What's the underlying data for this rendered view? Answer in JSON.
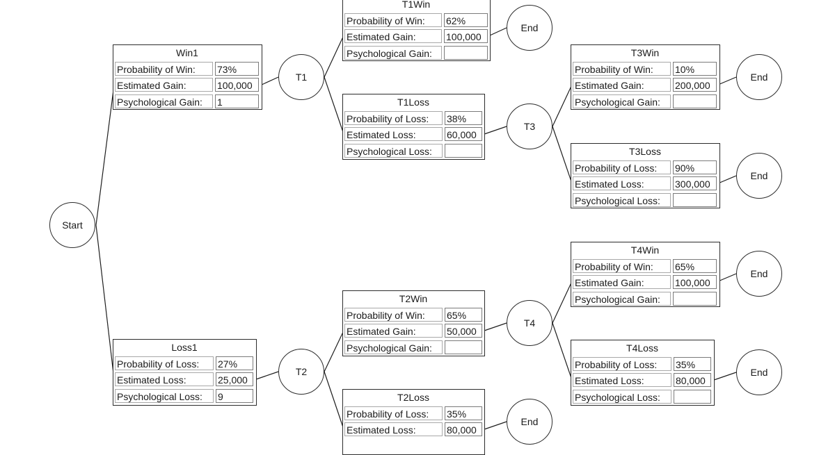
{
  "nodes": {
    "start": "Start",
    "t1": "T1",
    "t2": "T2",
    "t3": "T3",
    "t4": "T4",
    "end_t1win": "End",
    "end_t2loss": "End",
    "end_t3win": "End",
    "end_t3loss": "End",
    "end_t4win": "End",
    "end_t4loss": "End"
  },
  "panels": {
    "win1": {
      "title": "Win1",
      "rows": [
        {
          "label": "Probability of Win:",
          "value": "73%"
        },
        {
          "label": "Estimated Gain:",
          "value": "100,000"
        },
        {
          "label": "Psychological Gain:",
          "value": "1"
        }
      ]
    },
    "loss1": {
      "title": "Loss1",
      "rows": [
        {
          "label": "Probability of Loss:",
          "value": "27%"
        },
        {
          "label": "Estimated Loss:",
          "value": "25,000"
        },
        {
          "label": "Psychological Loss:",
          "value": "9"
        }
      ]
    },
    "t1win": {
      "title": "T1Win",
      "rows": [
        {
          "label": "Probability of Win:",
          "value": "62%"
        },
        {
          "label": "Estimated Gain:",
          "value": "100,000"
        },
        {
          "label": "Psychological Gain:",
          "value": ""
        }
      ]
    },
    "t1loss": {
      "title": "T1Loss",
      "rows": [
        {
          "label": "Probability of Loss:",
          "value": "38%"
        },
        {
          "label": "Estimated Loss:",
          "value": "60,000"
        },
        {
          "label": "Psychological Loss:",
          "value": ""
        }
      ]
    },
    "t2win": {
      "title": "T2Win",
      "rows": [
        {
          "label": "Probability of Win:",
          "value": "65%"
        },
        {
          "label": "Estimated Gain:",
          "value": "50,000"
        },
        {
          "label": "Psychological Gain:",
          "value": ""
        }
      ]
    },
    "t2loss": {
      "title": "T2Loss",
      "rows": [
        {
          "label": "Probability of Loss:",
          "value": "35%"
        },
        {
          "label": "Estimated Loss:",
          "value": "80,000"
        }
      ]
    },
    "t3win": {
      "title": "T3Win",
      "rows": [
        {
          "label": "Probability of Win:",
          "value": "10%"
        },
        {
          "label": "Estimated Gain:",
          "value": "200,000"
        },
        {
          "label": "Psychological Gain:",
          "value": ""
        }
      ]
    },
    "t3loss": {
      "title": "T3Loss",
      "rows": [
        {
          "label": "Probability of Loss:",
          "value": "90%"
        },
        {
          "label": "Estimated Loss:",
          "value": "300,000"
        },
        {
          "label": "Psychological Loss:",
          "value": ""
        }
      ]
    },
    "t4win": {
      "title": "T4Win",
      "rows": [
        {
          "label": "Probability of Win:",
          "value": "65%"
        },
        {
          "label": "Estimated Gain:",
          "value": "100,000"
        },
        {
          "label": "Psychological Gain:",
          "value": ""
        }
      ]
    },
    "t4loss": {
      "title": "T4Loss",
      "rows": [
        {
          "label": "Probability of Loss:",
          "value": "35%"
        },
        {
          "label": "Estimated Loss:",
          "value": "80,000"
        },
        {
          "label": "Psychological Loss:",
          "value": ""
        }
      ]
    }
  }
}
